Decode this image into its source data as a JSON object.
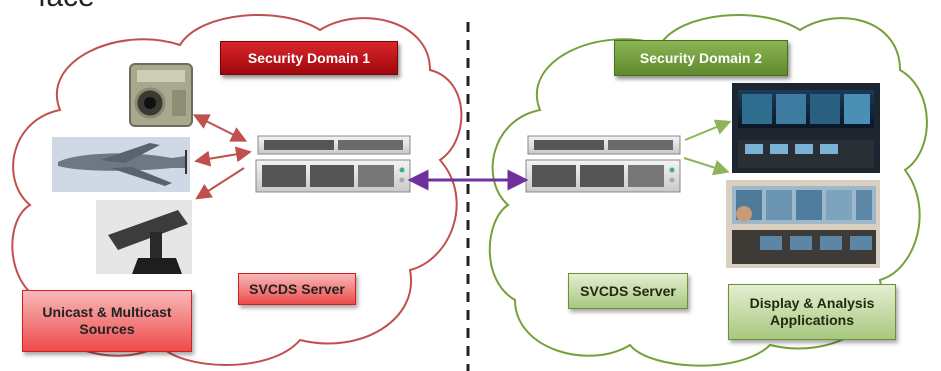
{
  "top_fragment": "face",
  "domain1": {
    "title": "Security Domain 1",
    "server_label": "SVCDS Server",
    "sources_label_line1": "Unicast & Multicast",
    "sources_label_line2": "Sources",
    "color": "#c00000"
  },
  "domain2": {
    "title": "Security Domain 2",
    "server_label": "SVCDS Server",
    "apps_label_line1": "Display & Analysis",
    "apps_label_line2": "Applications",
    "color": "#76a03a"
  },
  "link_color": "#7030a0"
}
